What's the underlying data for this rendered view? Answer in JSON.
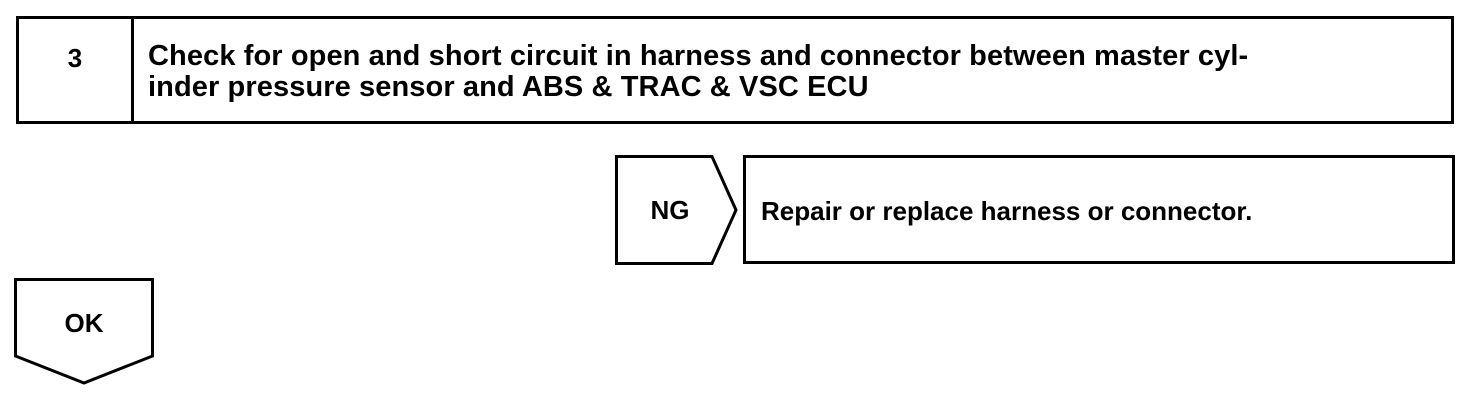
{
  "step": {
    "number": "3",
    "title_line1": "Check for open and short circuit in harness and connector between master cyl-",
    "title_line2": "inder pressure sensor and ABS & TRAC & VSC ECU"
  },
  "ng_branch": {
    "label": "NG",
    "action": "Repair or replace harness or connector."
  },
  "ok_branch": {
    "label": "OK"
  },
  "colors": {
    "stroke": "#000000",
    "background": "#ffffff"
  }
}
